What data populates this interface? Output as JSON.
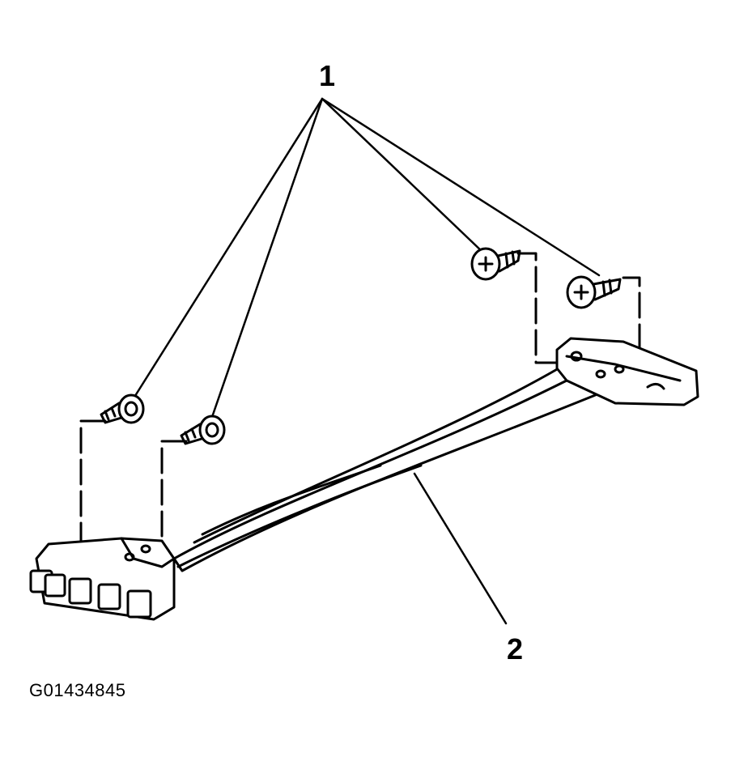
{
  "callouts": {
    "fasteners": "1",
    "brace": "2"
  },
  "figure_id": "G01434845"
}
